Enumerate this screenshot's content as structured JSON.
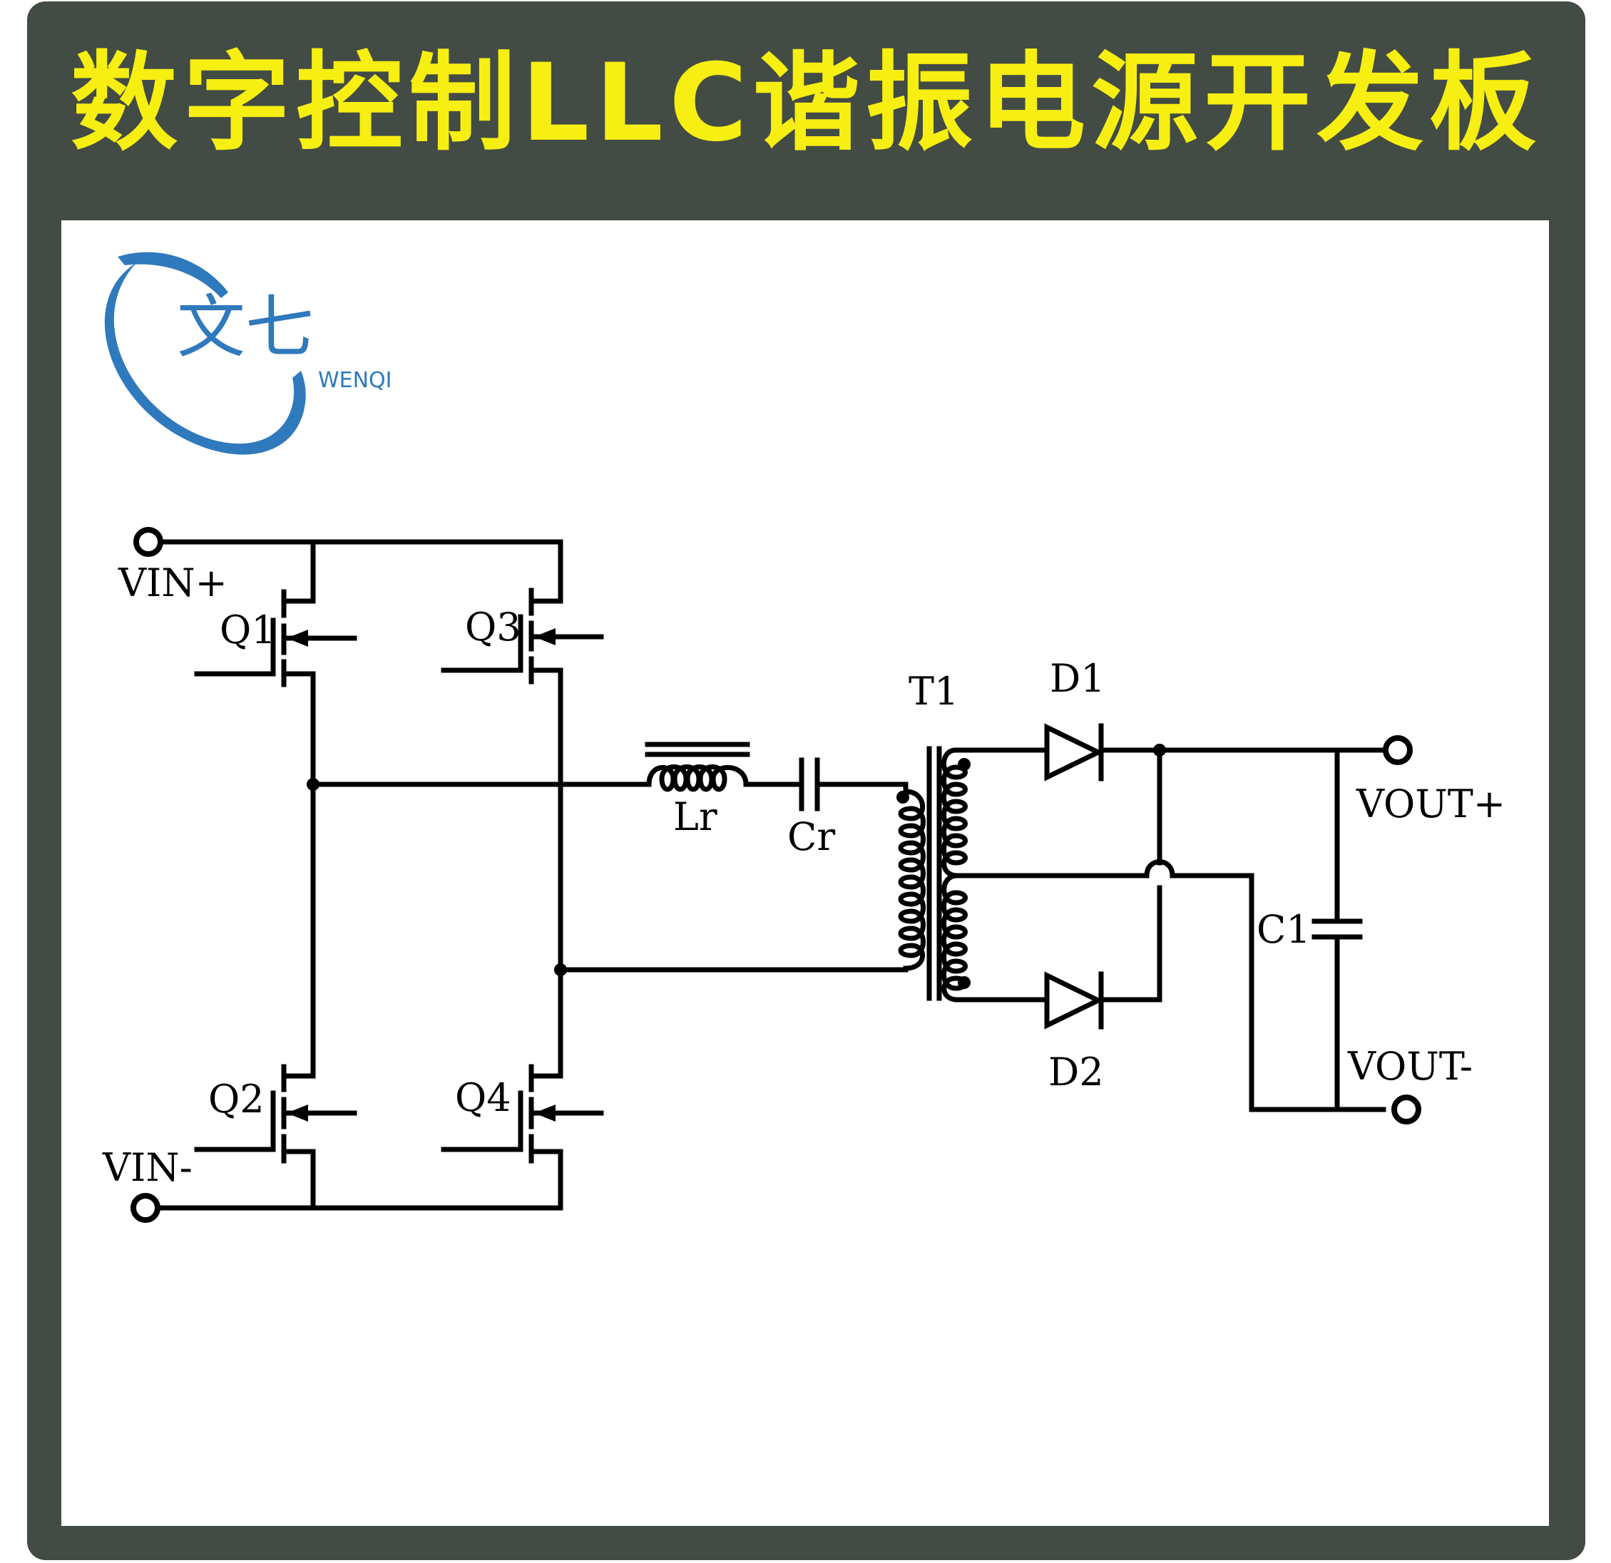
{
  "title": "数字控制LLC谐振电源开发板",
  "colors": {
    "frame": "#434b45",
    "title_text": "#f6ef11",
    "panel": "#ffffff",
    "logo_blue": "#2f79bd",
    "wire": "#000000"
  },
  "logo": {
    "chinese": "文七",
    "english": "WENQI"
  },
  "schematic": {
    "labels": {
      "vin_plus": "VIN+",
      "vin_minus": "VIN-",
      "q1": "Q1",
      "q2": "Q2",
      "q3": "Q3",
      "q4": "Q4",
      "lr": "Lr",
      "cr": "Cr",
      "t1": "T1",
      "d1": "D1",
      "d2": "D2",
      "c1": "C1",
      "vout_plus": "VOUT+",
      "vout_minus": "VOUT-"
    }
  }
}
